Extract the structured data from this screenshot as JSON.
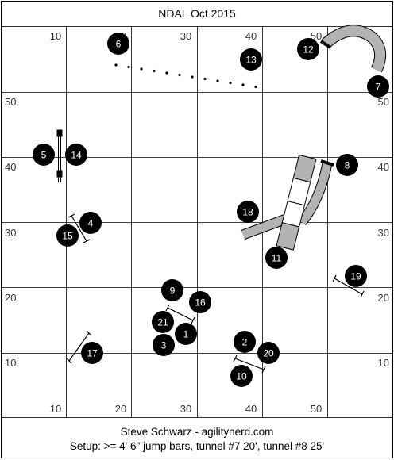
{
  "header": {
    "title": "NDAL Oct 2015"
  },
  "footer": {
    "credit": "Steve Schwarz - agilitynerd.com",
    "setup": "Setup: >= 4' 6\" jump bars, tunnel #7 20', tunnel #8 25'"
  },
  "grid": {
    "top_labels": [
      "10",
      "20",
      "30",
      "40",
      "50"
    ],
    "bottom_labels": [
      "10",
      "20",
      "30",
      "40",
      "50"
    ],
    "left_labels": [
      "50",
      "40",
      "30",
      "20",
      "10"
    ],
    "right_labels": [
      "50",
      "40",
      "30",
      "20",
      "10"
    ]
  },
  "obstacles": [
    {
      "number": "1",
      "type": "jump"
    },
    {
      "number": "2",
      "type": "jump"
    },
    {
      "number": "3",
      "type": "jump"
    },
    {
      "number": "4",
      "type": "jump"
    },
    {
      "number": "5",
      "type": "double-jump"
    },
    {
      "number": "6",
      "type": "weave-poles"
    },
    {
      "number": "7",
      "type": "tunnel"
    },
    {
      "number": "8",
      "type": "tunnel"
    },
    {
      "number": "9",
      "type": "jump"
    },
    {
      "number": "10",
      "type": "jump"
    },
    {
      "number": "11",
      "type": "dog-walk"
    },
    {
      "number": "12",
      "type": "tunnel"
    },
    {
      "number": "13",
      "type": "weave-poles"
    },
    {
      "number": "14",
      "type": "double-jump"
    },
    {
      "number": "15",
      "type": "jump"
    },
    {
      "number": "16",
      "type": "jump"
    },
    {
      "number": "17",
      "type": "jump"
    },
    {
      "number": "18",
      "type": "tunnel"
    },
    {
      "number": "19",
      "type": "jump"
    },
    {
      "number": "20",
      "type": "jump"
    },
    {
      "number": "21",
      "type": "jump"
    }
  ],
  "colors": {
    "line": "#000000",
    "grid": "#000000",
    "equipment": "#b3b3b3",
    "marker": "#000000"
  }
}
